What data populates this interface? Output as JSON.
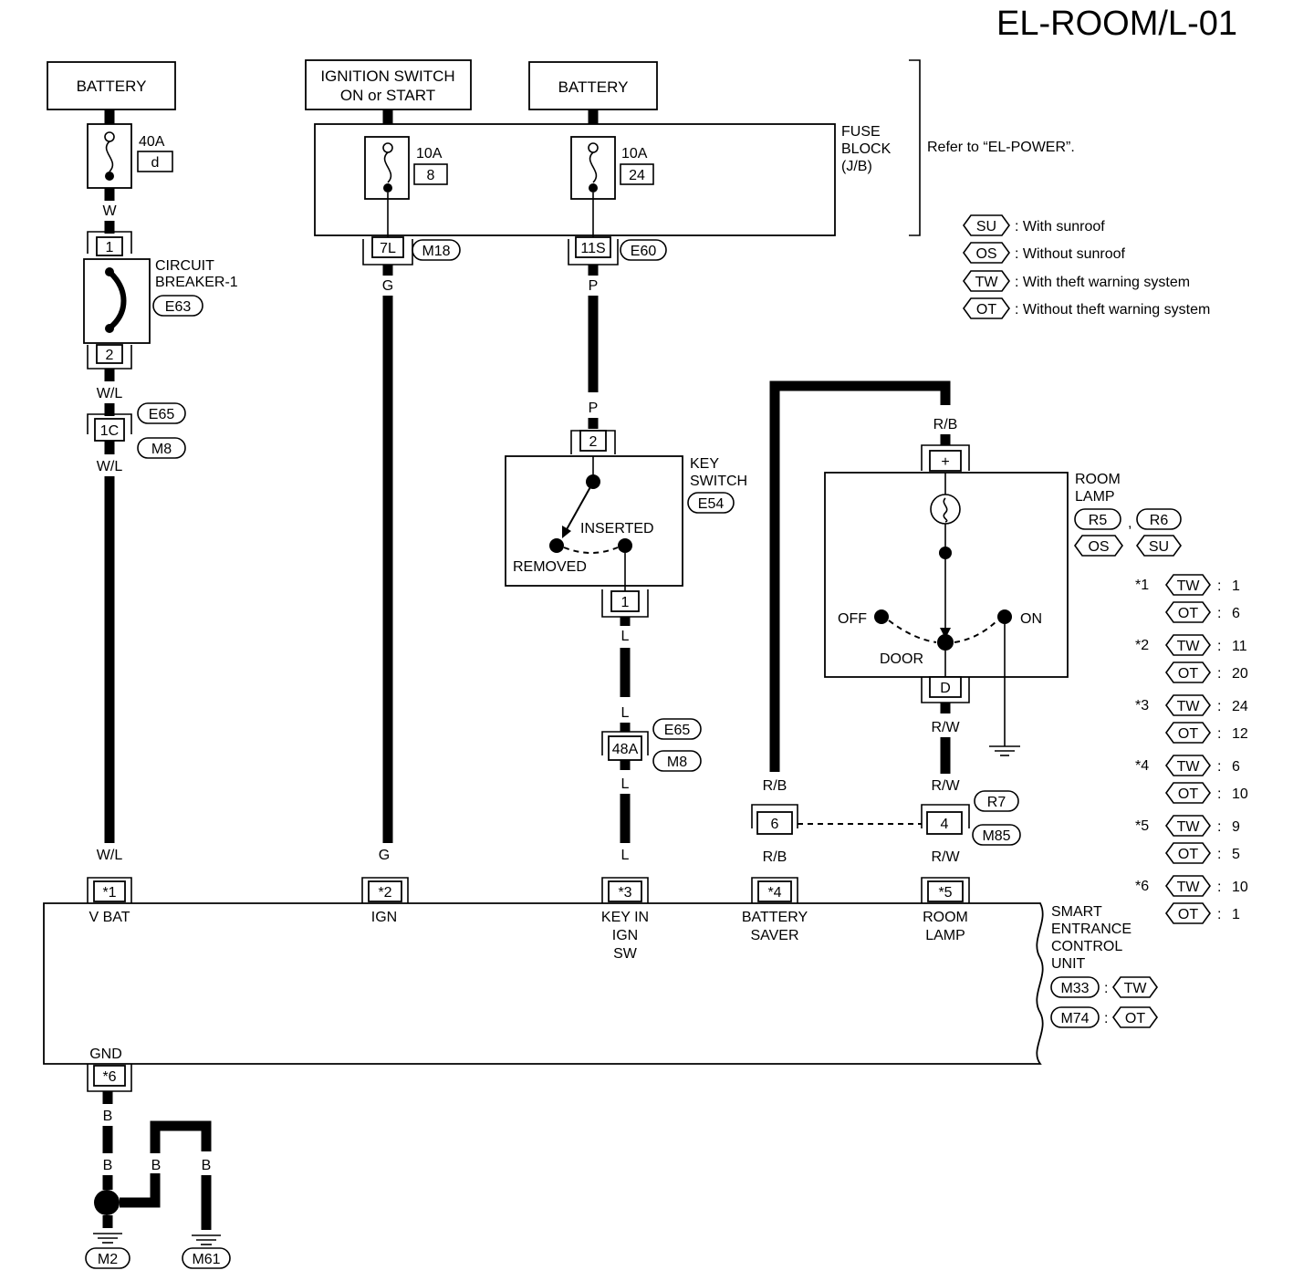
{
  "page": {
    "title": "EL-ROOM/L-01"
  },
  "sources": {
    "battery_left": "BATTERY",
    "ignition_line1": "IGNITION SWITCH",
    "ignition_line2": "ON or START",
    "battery_right": "BATTERY"
  },
  "fuses": {
    "left_rating": "40A",
    "left_id": "d",
    "ign_rating": "10A",
    "ign_id": "8",
    "bat_rating": "10A",
    "bat_id": "24"
  },
  "fuse_block": {
    "line1": "FUSE",
    "line2": "BLOCK",
    "line3": "(J/B)",
    "connector_ign": "7L",
    "connector_ign_ref": "M18",
    "connector_bat": "11S",
    "connector_bat_ref": "E60"
  },
  "refer_note": "Refer to “EL-POWER”.",
  "legend": [
    {
      "code": "SU",
      "text": ": With sunroof"
    },
    {
      "code": "OS",
      "text": ": Without sunroof"
    },
    {
      "code": "TW",
      "text": ": With theft warning system"
    },
    {
      "code": "OT",
      "text": ": Without theft warning system"
    }
  ],
  "circuit_breaker": {
    "line1": "CIRCUIT",
    "line2": "BREAKER-1",
    "ref": "E63",
    "pin_top": "1",
    "pin_bottom": "2"
  },
  "wire_colors": {
    "w": "W",
    "wl": "W/L",
    "g": "G",
    "p": "P",
    "l": "L",
    "rb": "R/B",
    "rw": "R/W",
    "b": "B"
  },
  "joint_connectors": {
    "vbat_pin": "1C",
    "vbat_ref1": "E65",
    "vbat_ref2": "M8",
    "key_pin": "48A",
    "key_ref1": "E65",
    "key_ref2": "M8"
  },
  "key_switch": {
    "line1": "KEY",
    "line2": "SWITCH",
    "ref": "E54",
    "pin_top": "2",
    "pin_bottom": "1",
    "inserted": "INSERTED",
    "removed": "REMOVED"
  },
  "room_lamp": {
    "line1": "ROOM",
    "line2": "LAMP",
    "ref1": "R5",
    "sep": ",",
    "ref2": "R6",
    "cond1": "OS",
    "cond2": "SU",
    "pin_top": "+",
    "pin_bottom": "D",
    "off": "OFF",
    "on": "ON",
    "door": "DOOR"
  },
  "intermediate_connectors": {
    "pin_saver": "6",
    "pin_lamp": "4",
    "ref1": "R7",
    "ref2": "M85"
  },
  "control_unit": {
    "line1": "SMART",
    "line2": "ENTRANCE",
    "line3": "CONTROL",
    "line4": "UNIT",
    "ref_tw": "M33",
    "cond_tw": "TW",
    "ref_ot": "M74",
    "cond_ot": "OT",
    "colon": ":",
    "pins": [
      {
        "pin": "*1",
        "label1": "V BAT",
        "label2": "",
        "label3": ""
      },
      {
        "pin": "*2",
        "label1": "IGN",
        "label2": "",
        "label3": ""
      },
      {
        "pin": "*3",
        "label1": "KEY IN",
        "label2": "IGN",
        "label3": "SW"
      },
      {
        "pin": "*4",
        "label1": "BATTERY",
        "label2": "SAVER",
        "label3": ""
      },
      {
        "pin": "*5",
        "label1": "ROOM",
        "label2": "LAMP",
        "label3": ""
      }
    ],
    "gnd_pin": "*6",
    "gnd_label": "GND"
  },
  "grounds": {
    "left": "M2",
    "right": "M61"
  },
  "pin_table": [
    {
      "star": "*1",
      "tw": "1",
      "ot": "6"
    },
    {
      "star": "*2",
      "tw": "11",
      "ot": "20"
    },
    {
      "star": "*3",
      "tw": "24",
      "ot": "12"
    },
    {
      "star": "*4",
      "tw": "6",
      "ot": "10"
    },
    {
      "star": "*5",
      "tw": "9",
      "ot": "5"
    },
    {
      "star": "*6",
      "tw": "10",
      "ot": "1"
    }
  ],
  "pin_table_codes": {
    "tw": "TW",
    "ot": "OT",
    "colon": ":"
  }
}
